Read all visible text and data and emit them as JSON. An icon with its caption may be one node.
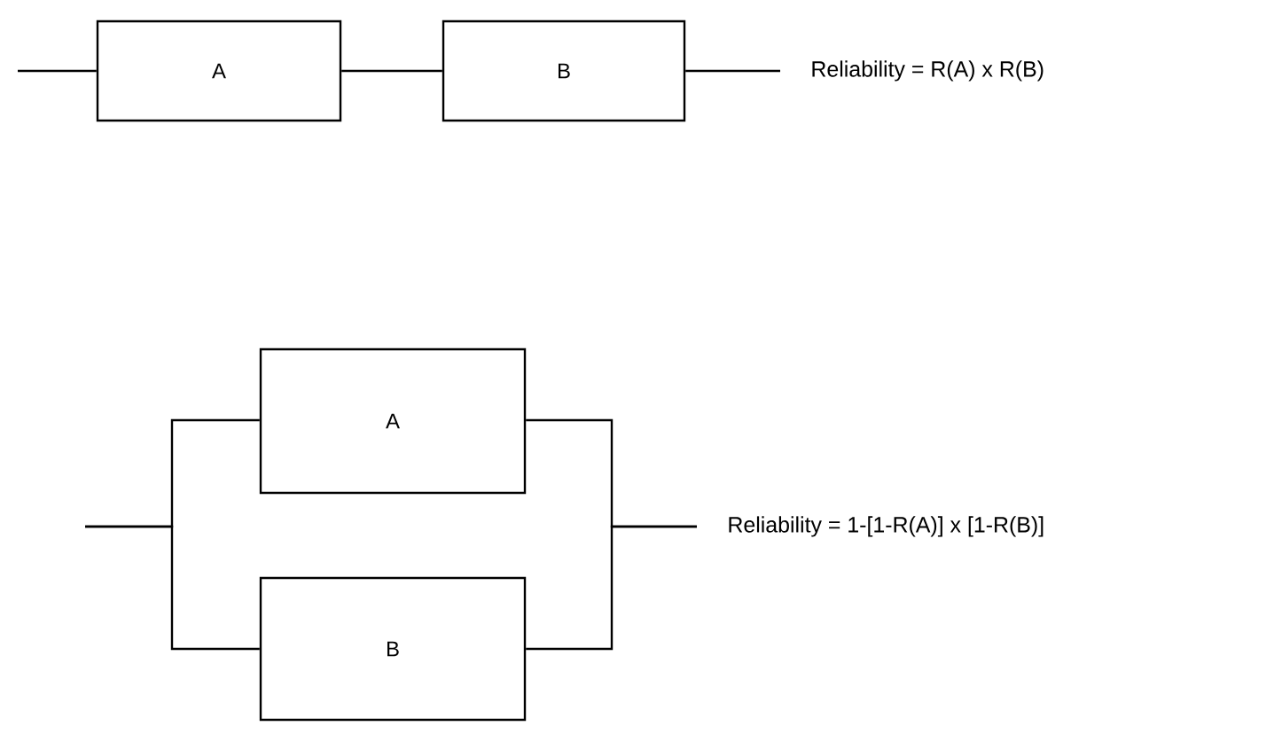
{
  "diagram": {
    "nodes": [
      {
        "text": [
          "A"
        ]
      },
      {
        "text": [
          "B"
        ]
      },
      {
        "text": [
          "A"
        ]
      },
      {
        "text": [
          "B"
        ]
      }
    ],
    "edges": [
      {
        "from": null,
        "to": 0,
        "arrow": "none"
      },
      {
        "from": 0,
        "to": 1,
        "arrow": "none"
      },
      {
        "from": 1,
        "to": null,
        "arrow": "none"
      },
      {
        "from": null,
        "to": 2,
        "arrow": "none"
      },
      {
        "from": null,
        "to": 3,
        "arrow": "none"
      },
      {
        "from": 2,
        "to": null,
        "arrow": "none"
      },
      {
        "from": 3,
        "to": null,
        "arrow": "none"
      }
    ],
    "labels": [
      "Reliability = R(A) x R(B)",
      "Reliability = 1-[1-R(A)] x [1-R(B)]"
    ]
  }
}
